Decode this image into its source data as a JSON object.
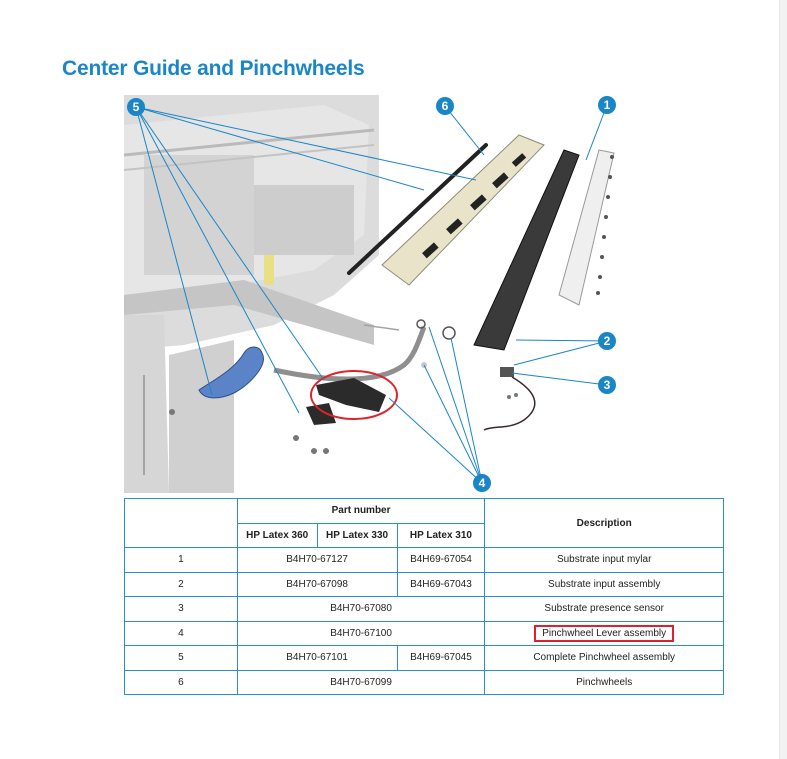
{
  "page": {
    "title": "Center Guide and Pinchwheels"
  },
  "figure": {
    "callouts": [
      "1",
      "2",
      "3",
      "4",
      "5",
      "6"
    ]
  },
  "table": {
    "headers": {
      "part_number": "Part number",
      "description": "Description",
      "models": [
        "HP Latex 360",
        "HP Latex 330",
        "HP Latex 310"
      ]
    },
    "rows": [
      {
        "item": "1",
        "pn_360_330": "B4H70-67127",
        "pn_310": "B4H69-67054",
        "pn_all": "",
        "description": "Substrate input mylar"
      },
      {
        "item": "2",
        "pn_360_330": "B4H70-67098",
        "pn_310": "B4H69-67043",
        "pn_all": "",
        "description": "Substrate input assembly"
      },
      {
        "item": "3",
        "pn_360_330": "",
        "pn_310": "",
        "pn_all": "B4H70-67080",
        "description": "Substrate presence sensor"
      },
      {
        "item": "4",
        "pn_360_330": "",
        "pn_310": "",
        "pn_all": "B4H70-67100",
        "description": "Pinchwheel Lever assembly"
      },
      {
        "item": "5",
        "pn_360_330": "B4H70-67101",
        "pn_310": "B4H69-67045",
        "pn_all": "",
        "description": "Complete Pinchwheel assembly"
      },
      {
        "item": "6",
        "pn_360_330": "",
        "pn_310": "",
        "pn_all": "B4H70-67099",
        "description": "Pinchwheels"
      }
    ]
  },
  "colors": {
    "accent": "#1a86c8",
    "highlight": "#e0202a"
  }
}
